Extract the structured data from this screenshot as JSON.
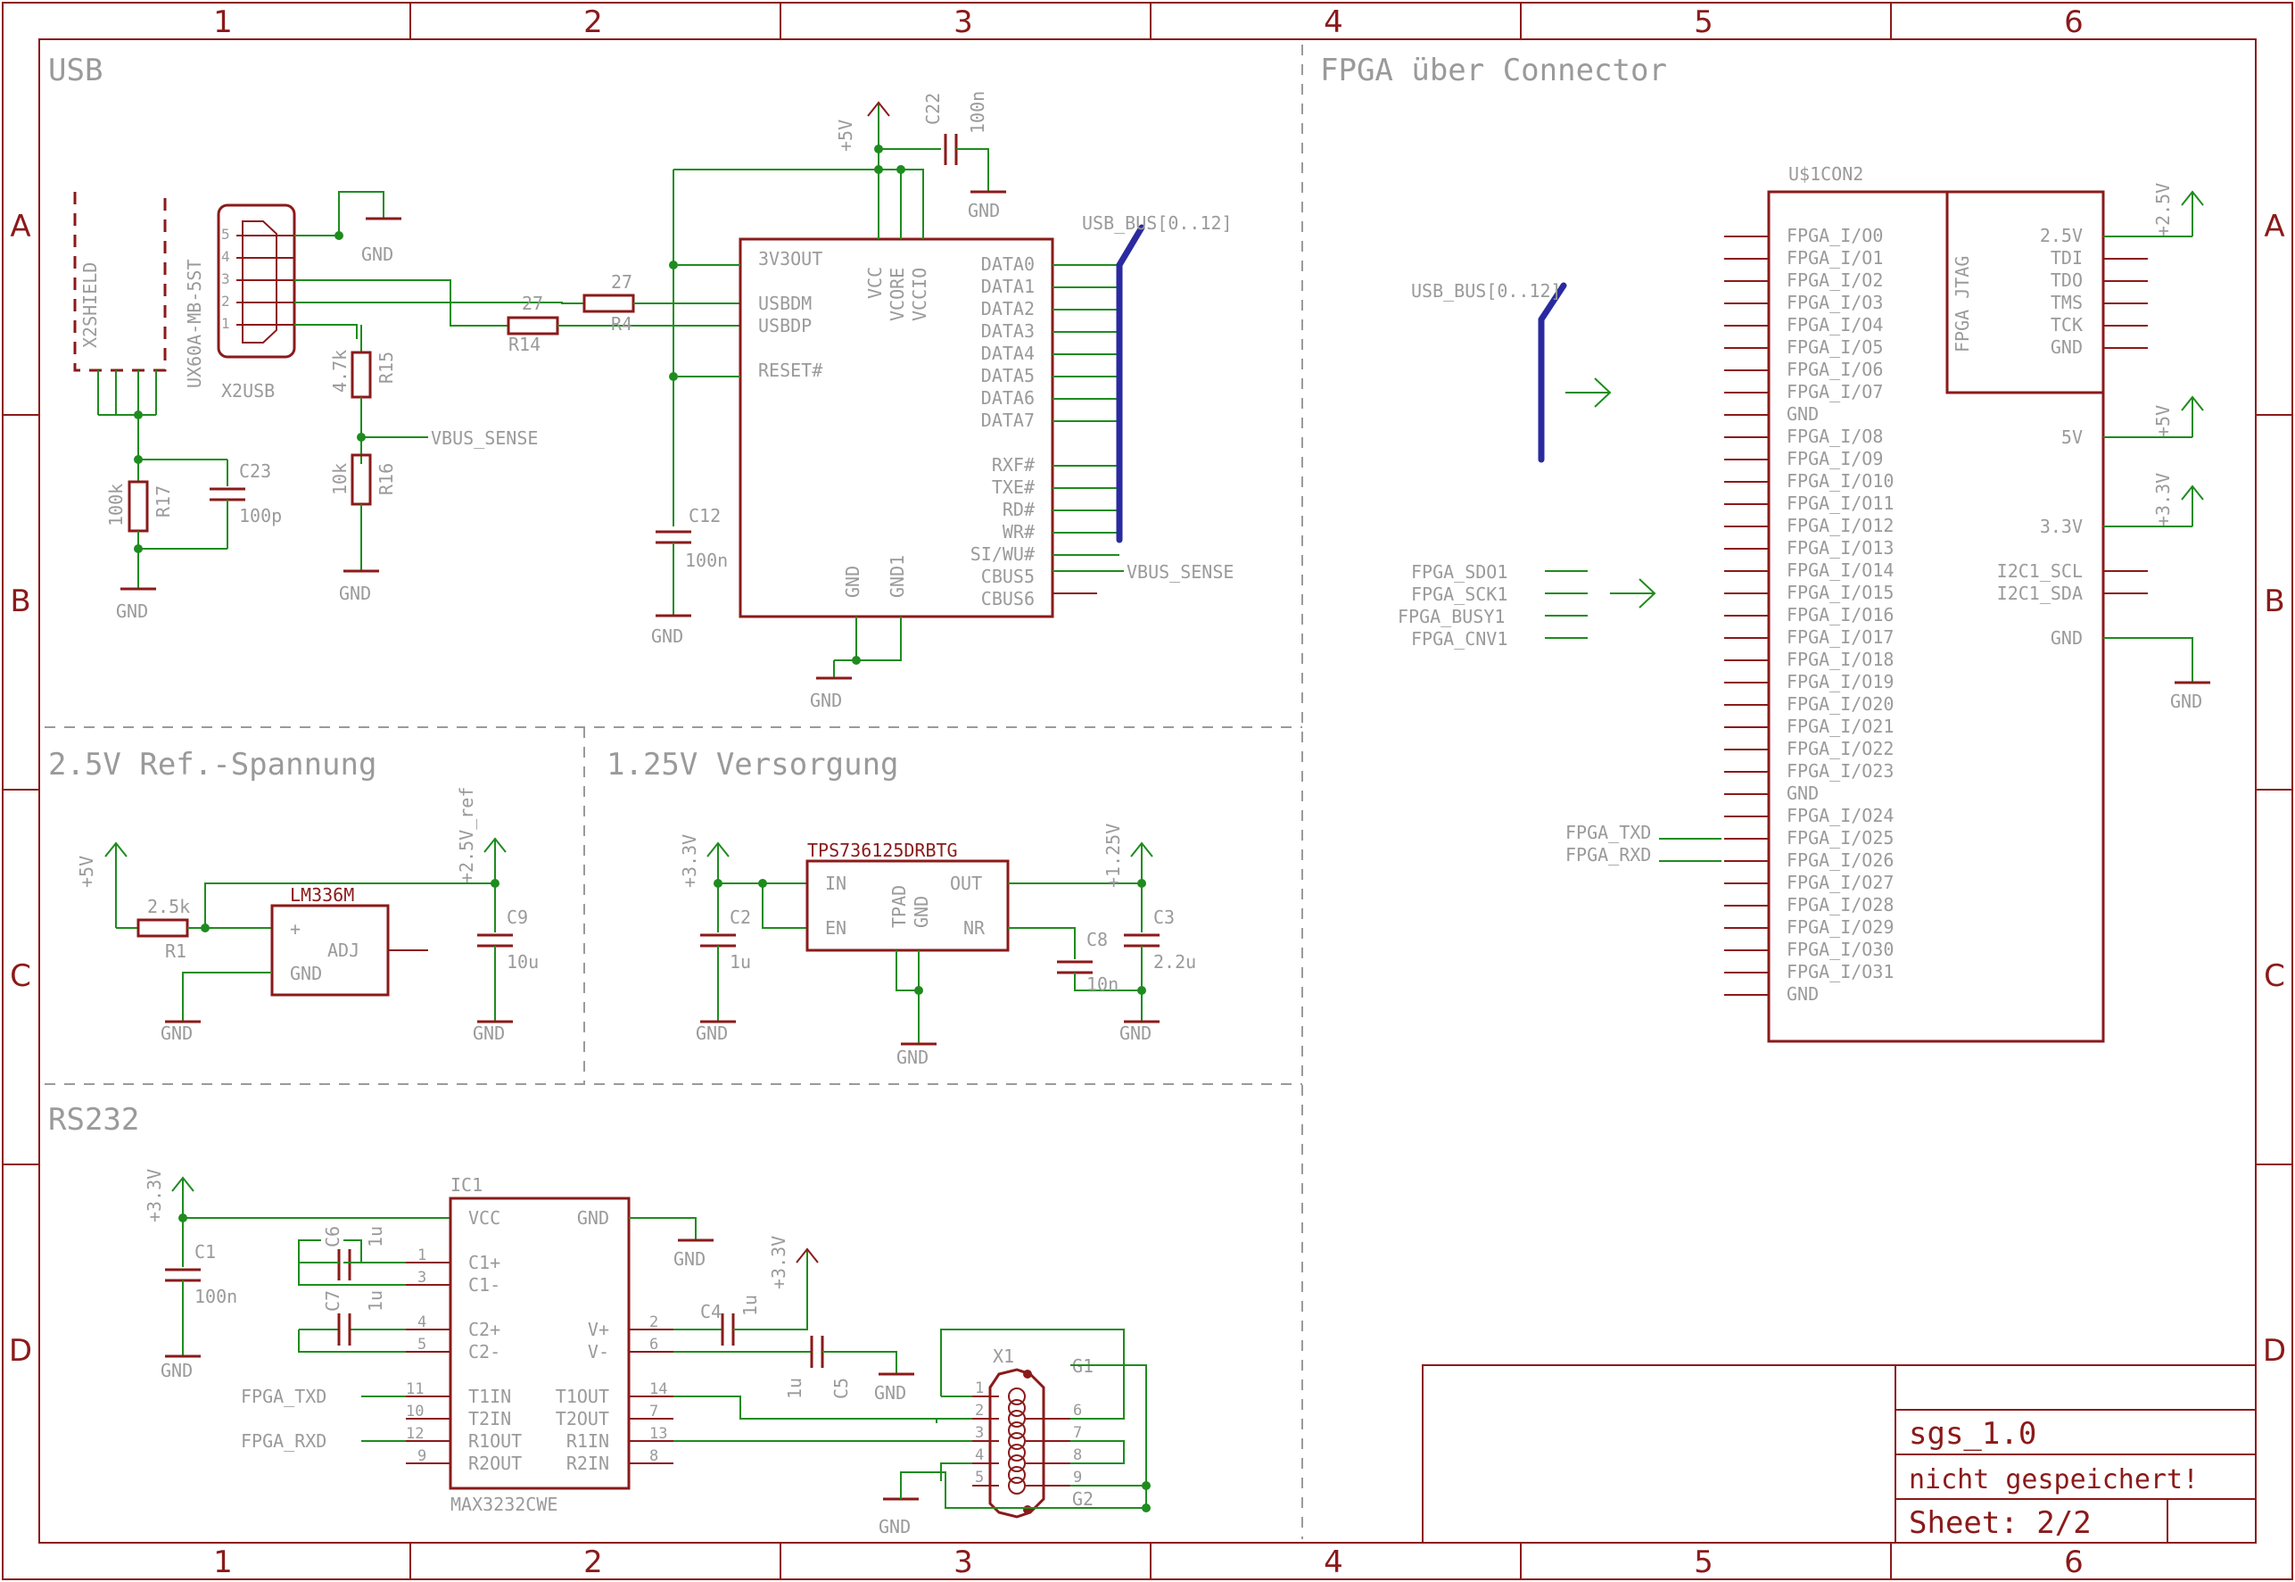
{
  "frame": {
    "columns": [
      "1",
      "2",
      "3",
      "4",
      "5",
      "6"
    ],
    "rows": [
      "A",
      "B",
      "C",
      "D"
    ]
  },
  "sections": {
    "usb": "USB",
    "fpga": "FPGA über Connector",
    "ref": "2.5V Ref.-Spannung",
    "v125": "1.25V Versorgung",
    "rs232": "RS232"
  },
  "titleblock": {
    "name": "sgs_1.0",
    "status": "nicht gespeichert!",
    "sheet": "Sheet: 2/2"
  },
  "usb": {
    "shield": "X2SHIELD",
    "conn_part": "UX60A-MB-5ST",
    "conn_name": "X2USB",
    "conn_pins": [
      "5",
      "4",
      "3",
      "2",
      "1"
    ],
    "r17_val": "100k",
    "r17_name": "R17",
    "c23_name": "C23",
    "c23_val": "100p",
    "r15_val": "4.7k",
    "r15_name": "R15",
    "r16_val": "10k",
    "r16_name": "R16",
    "r14_val": "27",
    "r14_name": "R14",
    "r4_val": "27",
    "r4_name": "R4",
    "vbus_sense": "VBUS_SENSE",
    "c12_name": "C12",
    "c12_val": "100n",
    "c22_name": "C22",
    "c22_val": "100n",
    "plus5v": "+5V",
    "gnd": "GND",
    "bus": "USB_BUS[0..12]",
    "ic_left": [
      "3V3OUT",
      "USBDM",
      "USBDP",
      "RESET#"
    ],
    "ic_top": [
      "VCC",
      "VCORE",
      "VCCIO"
    ],
    "ic_bottom": [
      "GND",
      "GND1"
    ],
    "ic_right": [
      "DATA0",
      "DATA1",
      "DATA2",
      "DATA3",
      "DATA4",
      "DATA5",
      "DATA6",
      "DATA7",
      "RXF#",
      "TXE#",
      "RD#",
      "WR#",
      "SI/WU#",
      "CBUS5",
      "CBUS6"
    ]
  },
  "fpga": {
    "part": "U$1CON2",
    "jtag": "FPGA JTAG",
    "bus": "USB_BUS[0..12]",
    "left_pins": [
      "FPGA_I/O0",
      "FPGA_I/O1",
      "FPGA_I/O2",
      "FPGA_I/O3",
      "FPGA_I/O4",
      "FPGA_I/O5",
      "FPGA_I/O6",
      "FPGA_I/O7",
      "GND",
      "FPGA_I/O8",
      "FPGA_I/O9",
      "FPGA_I/O10",
      "FPGA_I/O11",
      "FPGA_I/O12",
      "FPGA_I/O13",
      "FPGA_I/O14",
      "FPGA_I/O15",
      "FPGA_I/O16",
      "FPGA_I/O17",
      "FPGA_I/O18",
      "FPGA_I/O19",
      "FPGA_I/O20",
      "FPGA_I/O21",
      "FPGA_I/O22",
      "FPGA_I/O23",
      "GND",
      "FPGA_I/O24",
      "FPGA_I/O25",
      "FPGA_I/O26",
      "FPGA_I/O27",
      "FPGA_I/O28",
      "FPGA_I/O29",
      "FPGA_I/O30",
      "FPGA_I/O31",
      "GND"
    ],
    "jtag_pins": [
      "2.5V",
      "TDI",
      "TDO",
      "TMS",
      "TCK",
      "GND"
    ],
    "right_5v": "5V",
    "right_33v": "3.3V",
    "i2c_scl": "I2C1_SCL",
    "i2c_sda": "I2C1_SDA",
    "right_gnd": "GND",
    "sup_25v": "+2.5V",
    "sup_5v": "+5V",
    "sup_33v": "+3.3V",
    "gnd": "GND",
    "nets": [
      "FPGA_SDO1",
      "FPGA_SCK1",
      "FPGA_BUSY1",
      "FPGA_CNV1"
    ],
    "txd": "FPGA_TXD",
    "rxd": "FPGA_RXD"
  },
  "ref": {
    "plus5v": "+5V",
    "r1_val": "2.5k",
    "r1_name": "R1",
    "ic": "LM336M",
    "pin_plus": "+",
    "pin_adj": "ADJ",
    "pin_gnd": "GND",
    "ref_net": "+2.5V_ref",
    "c9_name": "C9",
    "c9_val": "10u",
    "gnd": "GND"
  },
  "v125": {
    "plus33": "+3.3V",
    "ic": "TPS736125DRBTG",
    "pin_in": "IN",
    "pin_en": "EN",
    "pin_out": "OUT",
    "pin_nr": "NR",
    "pin_tpad": "TPAD",
    "pin_gnd": "GND",
    "c2_name": "C2",
    "c2_val": "1u",
    "c8_name": "C8",
    "c8_val": "10n",
    "c3_name": "C3",
    "c3_val": "2.2u",
    "out": "+1.25V",
    "gnd": "GND"
  },
  "rs232": {
    "plus33": "+3.3V",
    "c1_name": "C1",
    "c1_val": "100n",
    "ic_name": "IC1",
    "ic_part": "MAX3232CWE",
    "left_pins": [
      "VCC",
      "C1+",
      "C1-",
      "C2+",
      "C2-",
      "T1IN",
      "T2IN",
      "R1OUT",
      "R2OUT"
    ],
    "left_nums": [
      "1",
      "3",
      "4",
      "5",
      "11",
      "10",
      "12",
      "9"
    ],
    "right_pins": [
      "GND",
      "V+",
      "V-",
      "T1OUT",
      "T2OUT",
      "R1IN",
      "R2IN"
    ],
    "right_nums": [
      "2",
      "6",
      "14",
      "7",
      "13",
      "8"
    ],
    "c6_name": "C6",
    "c6_val": "1u",
    "c7_name": "C7",
    "c7_val": "1u",
    "c4_name": "C4",
    "c4_val": "1u",
    "c5_name": "C5",
    "c5_val": "1u",
    "txd": "FPGA_TXD",
    "rxd": "FPGA_RXD",
    "x1": "X1",
    "g1": "G1",
    "g2": "G2",
    "x1_pins": [
      "1",
      "2",
      "3",
      "4",
      "5",
      "6",
      "7",
      "8",
      "9"
    ],
    "gnd": "GND"
  }
}
